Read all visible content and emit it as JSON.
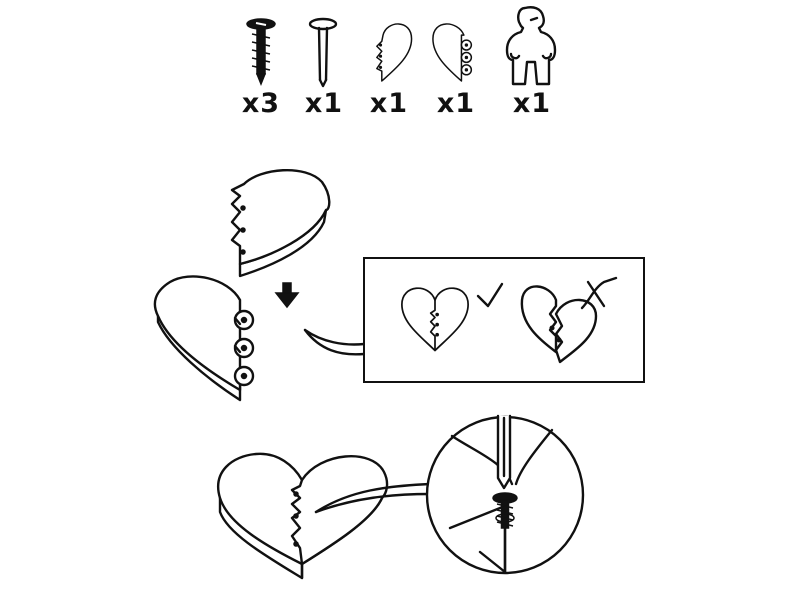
{
  "parts": [
    {
      "id": "screw",
      "icon": "screw-icon",
      "quantity": "x3"
    },
    {
      "id": "nail",
      "icon": "nail-icon",
      "quantity": "x1"
    },
    {
      "id": "left-heart-half",
      "icon": "left-heart-half-icon",
      "quantity": "x1"
    },
    {
      "id": "right-heart-half",
      "icon": "right-heart-half-icon",
      "quantity": "x1"
    },
    {
      "id": "assembler",
      "icon": "person-icon",
      "quantity": "x1"
    }
  ],
  "steps": [
    {
      "id": "join-halves",
      "arrow": "arrow-down-icon"
    },
    {
      "id": "orientation-check",
      "correct": "checkmark-icon",
      "incorrect": "cross-icon"
    },
    {
      "id": "screw-together",
      "detail": "screwdriver-detail-callout"
    }
  ],
  "colors": {
    "ink": "#111111",
    "paper": "#ffffff"
  }
}
